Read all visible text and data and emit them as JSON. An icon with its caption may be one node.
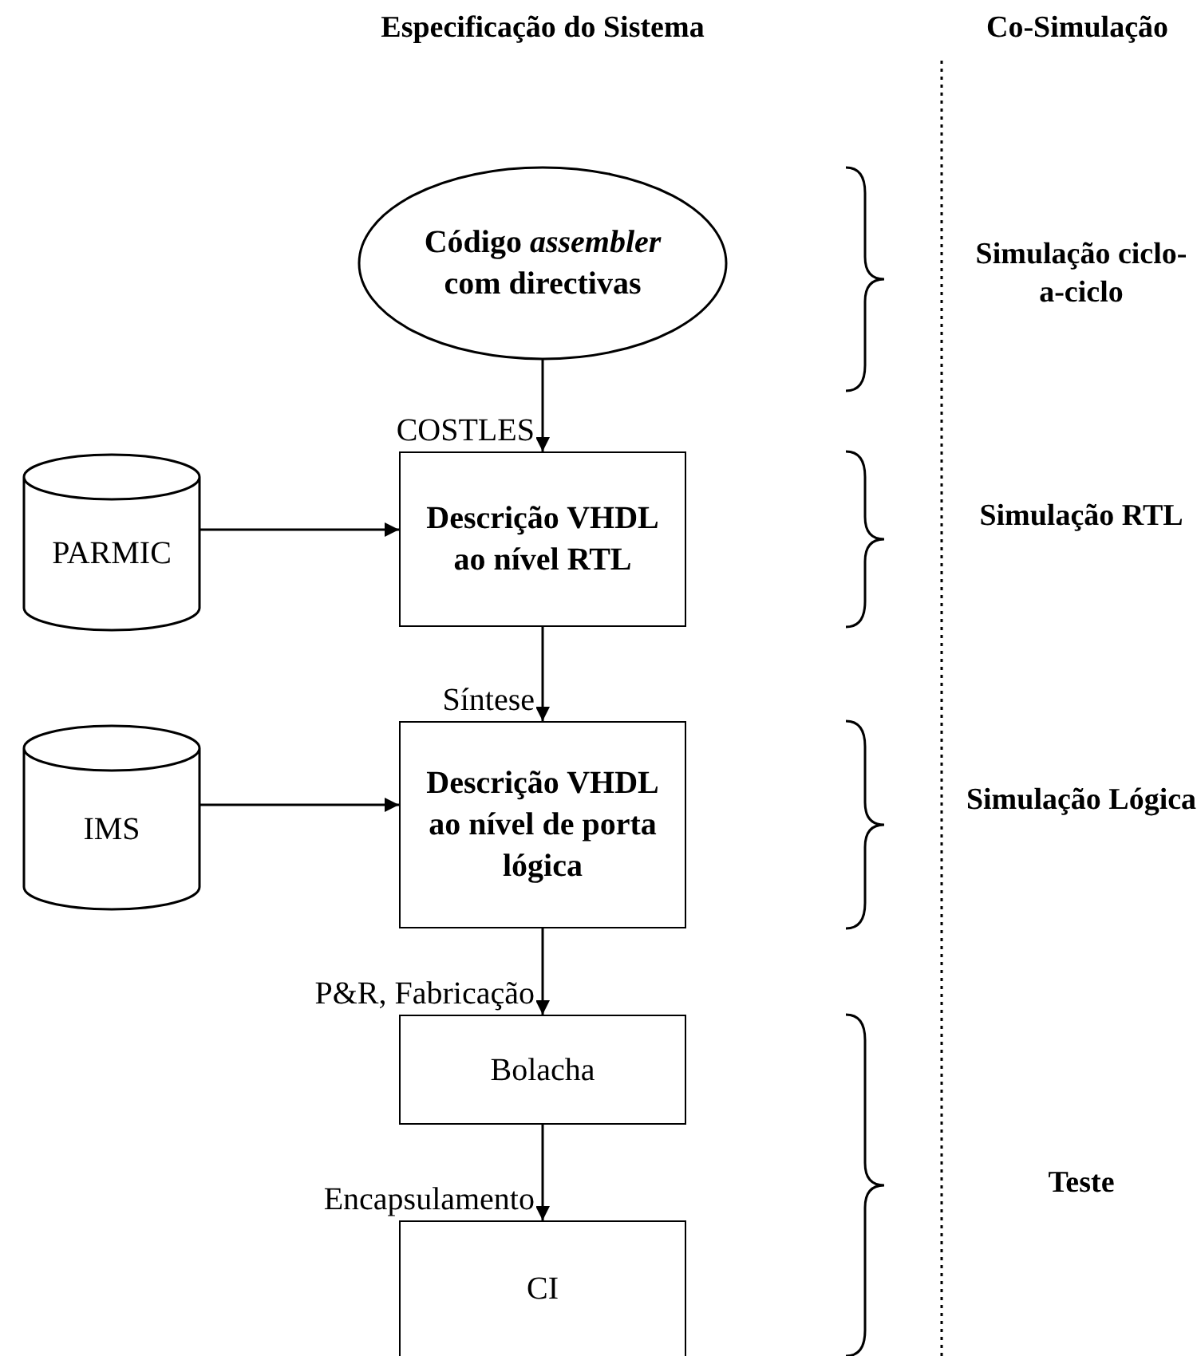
{
  "diagram": {
    "nodes": [
      {
        "text": [
          "Código *assembler* com directivas"
        ]
      },
      {
        "text": [
          "Descrição VHDL ao nível RTL"
        ]
      },
      {
        "text": [
          "PARMIC"
        ]
      },
      {
        "text": [
          "Descrição VHDL ao nível de porta lógica"
        ]
      },
      {
        "text": [
          "IMS"
        ]
      },
      {
        "text": [
          "Bolacha"
        ]
      },
      {
        "text": [
          "CI"
        ]
      }
    ],
    "edges": [
      {
        "from": 0,
        "to": 1,
        "arrow": "to",
        "label": "COSTLES"
      },
      {
        "from": 2,
        "to": 1,
        "arrow": "to"
      },
      {
        "from": 1,
        "to": 3,
        "arrow": "to",
        "label": "Síntese"
      },
      {
        "from": 4,
        "to": 3,
        "arrow": "to"
      },
      {
        "from": 3,
        "to": 5,
        "arrow": "to",
        "label": "P&R, Fabricação"
      },
      {
        "from": 5,
        "to": 6,
        "arrow": "to",
        "label": "Encapsulamento"
      }
    ],
    "labels": [
      "Especificação do Sistema",
      "Co-Simulação",
      "Simulação ciclo-a-ciclo",
      "Simulação RTL",
      "Simulação Lógica",
      "Teste"
    ]
  }
}
